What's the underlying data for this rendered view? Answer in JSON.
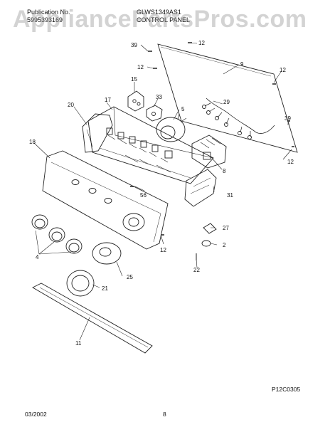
{
  "header": {
    "publication_label": "Publication No.",
    "publication_number": "5995393169",
    "model": "GLWS1349AS1",
    "section": "CONTROL PANEL"
  },
  "watermark": "AppliancePartsPros.com",
  "callouts": [
    "39",
    "12",
    "9",
    "12",
    "12",
    "15",
    "17",
    "33",
    "20",
    "5",
    "29",
    "39",
    "18",
    "12",
    "8",
    "31",
    "56",
    "27",
    "2",
    "12",
    "4",
    "25",
    "22",
    "21",
    "11"
  ],
  "figure_code": "P12C0305",
  "footer": {
    "date": "03/2002",
    "page": "8"
  }
}
